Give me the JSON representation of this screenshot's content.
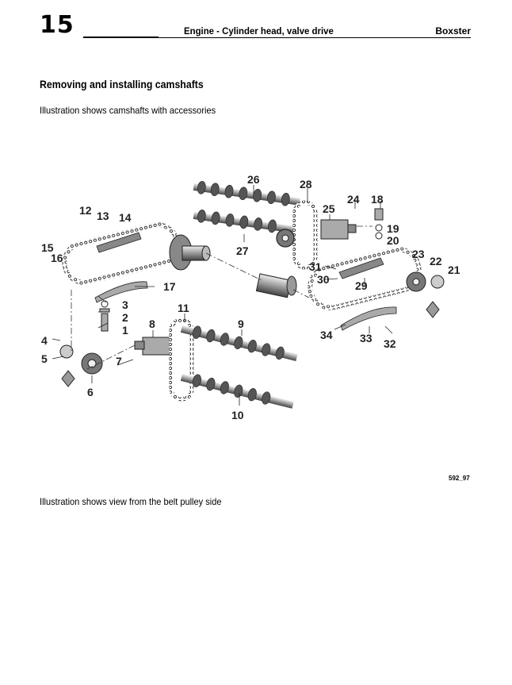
{
  "header": {
    "chapter_number": "15",
    "title": "Engine - Cylinder head, valve drive",
    "model": "Boxster"
  },
  "section_title": "Removing and installing camshafts",
  "caption_top": "Illustration shows camshafts with accessories",
  "caption_bottom": "Illustration shows view from the belt pulley side",
  "figure": {
    "id": "592_97",
    "callouts": [
      "1",
      "2",
      "3",
      "4",
      "5",
      "6",
      "7",
      "8",
      "9",
      "10",
      "11",
      "12",
      "13",
      "14",
      "15",
      "16",
      "17",
      "18",
      "19",
      "20",
      "21",
      "22",
      "23",
      "24",
      "25",
      "26",
      "27",
      "28",
      "29",
      "30",
      "31",
      "32",
      "33",
      "34"
    ]
  }
}
